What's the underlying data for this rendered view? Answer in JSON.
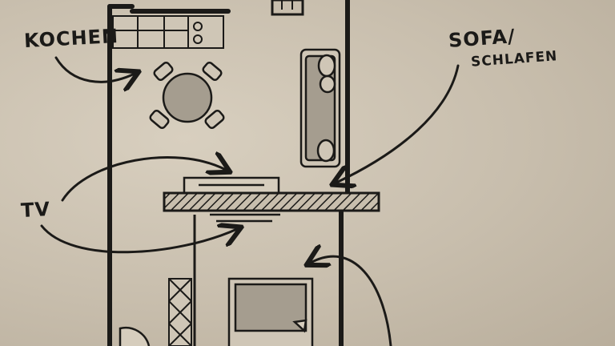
{
  "labels": {
    "kitchen": "KOCHEN",
    "sofa_line1": "SOFA/",
    "sofa_line2": "SCHLAFEN",
    "tv": "TV"
  },
  "colors": {
    "paper": "#c9bfae",
    "ink": "#1b1a18",
    "fill": "#a59d8f"
  }
}
